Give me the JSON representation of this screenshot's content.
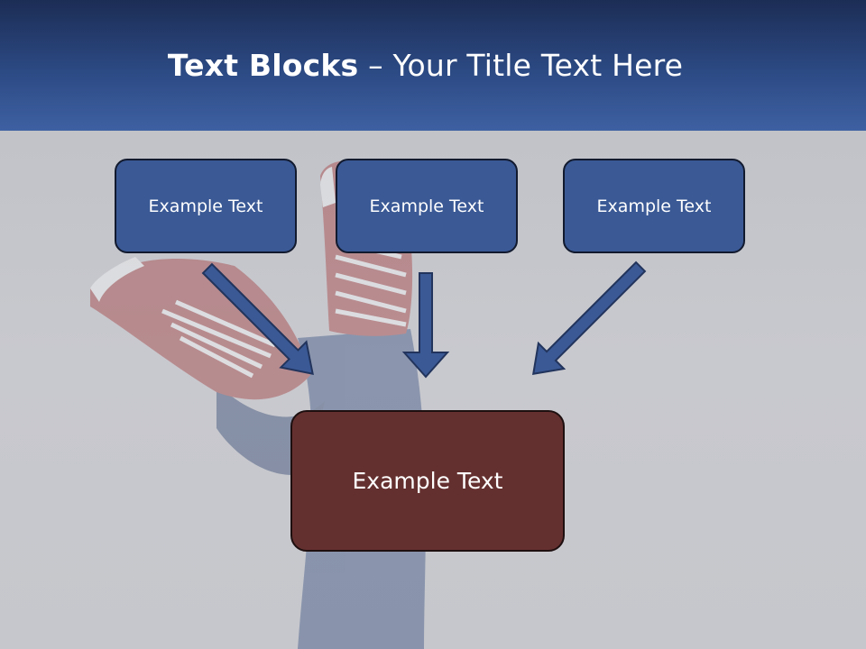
{
  "slide": {
    "title_bold": "Text Blocks",
    "title_dash": " – ",
    "title_rest": "Your Title Text Here"
  },
  "boxes": [
    {
      "label": "Example Text"
    },
    {
      "label": "Example Text"
    },
    {
      "label": "Example Text"
    }
  ],
  "center_box": {
    "label": "Example Text"
  },
  "colors": {
    "header": "#2c4a84",
    "box_fill": "#3a5995",
    "center_fill": "#64302f",
    "arrow_fill": "#3a5995",
    "arrow_stroke": "#22345c"
  }
}
